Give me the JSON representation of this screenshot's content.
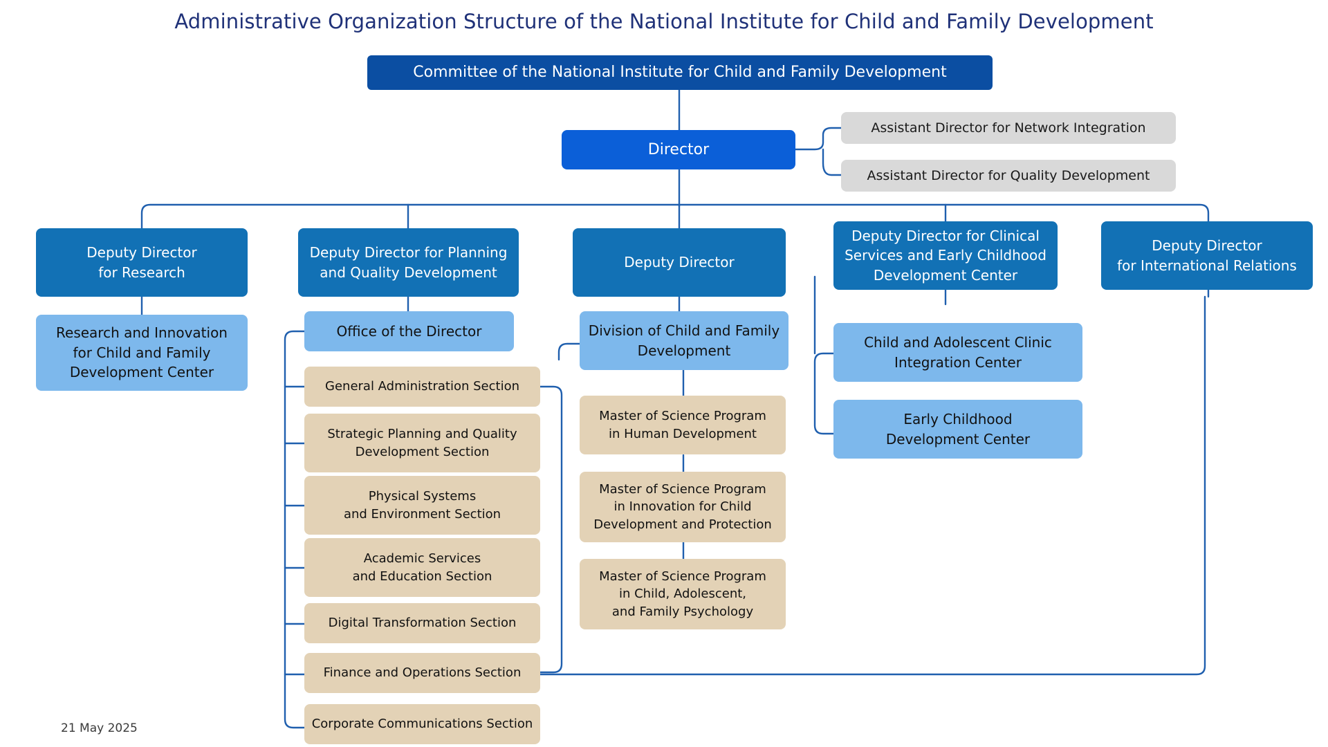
{
  "page": {
    "title": "Administrative Organization Structure of the National Institute for Child and Family Development",
    "date": "21 May 2025"
  },
  "colors": {
    "title_text": "#1F3178",
    "committee_fill": "#0B4EA2",
    "director_fill": "#0B5FD8",
    "assistant_fill": "#D9D9D9",
    "deputy_fill": "#1271B5",
    "center_fill": "#7DB8EC",
    "section_fill": "#E3D2B6",
    "connector_line": "#1F5FAE"
  },
  "chart_data": {
    "type": "diagram",
    "title": "Administrative Organization Structure of the National Institute for Child and Family Development",
    "root": "Committee of the National Institute for Child and Family Development"
  },
  "nodes": {
    "committee": "Committee of the National Institute for Child and Family Development",
    "director": "Director",
    "assistant_network": "Assistant Director for Network Integration",
    "assistant_quality": "Assistant Director for Quality Development",
    "deputy_research": "Deputy Director\nfor Research",
    "deputy_planning": "Deputy Director for Planning\nand Quality Development",
    "deputy_plain": "Deputy Director",
    "deputy_clinical": "Deputy Director for Clinical\nServices and Early Childhood\nDevelopment Center",
    "deputy_international": "Deputy Director\nfor International Relations",
    "research_center": "Research and Innovation\nfor Child and Family\nDevelopment Center",
    "office_of_director": "Office of the Director",
    "section_general_admin": "General Administration Section",
    "section_strategic": "Strategic Planning and Quality\nDevelopment Section",
    "section_physical": "Physical Systems\nand Environment Section",
    "section_academic": "Academic Services\nand Education Section",
    "section_digital": "Digital Transformation Section",
    "section_finance": "Finance and Operations Section",
    "section_corporate": "Corporate Communications Section",
    "division_child_family": "Division of Child and Family\nDevelopment",
    "program_human_dev": "Master of Science Program\nin Human Development",
    "program_innovation": "Master of Science Program\nin Innovation for Child\nDevelopment and Protection",
    "program_psychology": "Master of Science Program\nin Child, Adolescent,\nand Family Psychology",
    "clinic_integration": "Child and Adolescent Clinic\nIntegration Center",
    "early_childhood": "Early Childhood\nDevelopment Center"
  }
}
